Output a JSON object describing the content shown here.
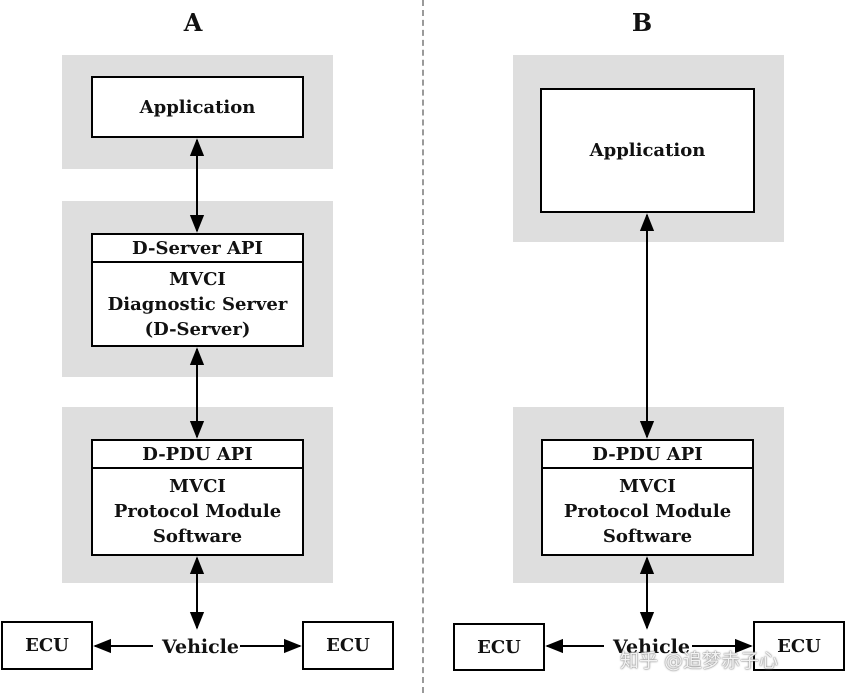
{
  "panels": {
    "a": {
      "title": "A",
      "application": "Application",
      "d_server_api": "D-Server API",
      "d_server_lines": [
        "MVCI",
        "Diagnostic Server",
        "(D-Server)"
      ],
      "d_pdu_api": "D-PDU API",
      "d_pdu_lines": [
        "MVCI",
        "Protocol Module",
        "Software"
      ],
      "ecu_left": "ECU",
      "ecu_right": "ECU",
      "vehicle": "Vehicle"
    },
    "b": {
      "title": "B",
      "application": "Application",
      "d_pdu_api": "D-PDU API",
      "d_pdu_lines": [
        "MVCI",
        "Protocol Module",
        "Software"
      ],
      "ecu_left": "ECU",
      "ecu_right": "ECU",
      "vehicle": "Vehicle"
    }
  },
  "watermark": "知乎 @追梦赤子心",
  "colors": {
    "layer_background": "#dedede",
    "divider": "#9a9a9a",
    "stroke": "#000000"
  }
}
